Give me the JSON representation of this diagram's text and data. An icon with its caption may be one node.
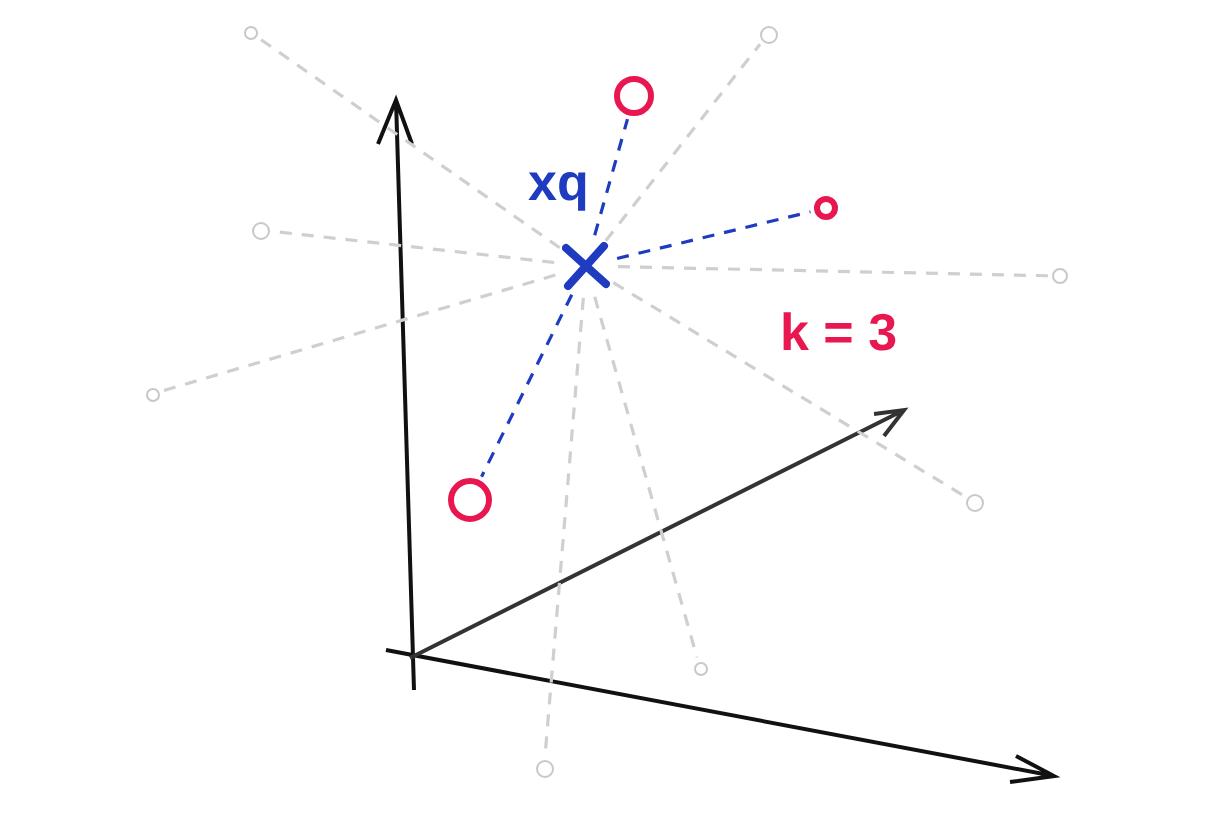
{
  "diagram": {
    "nodes": [
      {
        "text": [],
        "shape": "cross",
        "beside": [
          "xq"
        ]
      },
      {
        "text": [],
        "shape": "circle"
      },
      {
        "text": [],
        "shape": "circle"
      },
      {
        "text": [],
        "shape": "circle"
      },
      {
        "text": [],
        "shape": "circle"
      },
      {
        "text": [],
        "shape": "circle"
      },
      {
        "text": [],
        "shape": "circle"
      },
      {
        "text": [],
        "shape": "circle"
      },
      {
        "text": [],
        "shape": "circle"
      },
      {
        "text": [],
        "shape": "circle"
      },
      {
        "text": [],
        "shape": "circle"
      },
      {
        "text": [],
        "shape": "circle"
      }
    ],
    "edges": [
      {
        "from": 0,
        "to": 1,
        "arrow": "none",
        "style": "dashed",
        "color": "#1f3bbf"
      },
      {
        "from": 0,
        "to": 2,
        "arrow": "none",
        "style": "dashed",
        "color": "#1f3bbf"
      },
      {
        "from": 0,
        "to": 3,
        "arrow": "none",
        "style": "dashed",
        "color": "#1f3bbf"
      },
      {
        "from": 0,
        "to": 4,
        "arrow": "none",
        "style": "dashed"
      },
      {
        "from": 0,
        "to": 5,
        "arrow": "none",
        "style": "dashed"
      },
      {
        "from": 0,
        "to": 6,
        "arrow": "none",
        "style": "dashed"
      },
      {
        "from": 0,
        "to": 7,
        "arrow": "none",
        "style": "dashed"
      },
      {
        "from": 0,
        "to": 8,
        "arrow": "none",
        "style": "dashed"
      },
      {
        "from": 0,
        "to": 9,
        "arrow": "none",
        "style": "dashed"
      },
      {
        "from": 0,
        "to": 10,
        "arrow": "none",
        "style": "dashed"
      },
      {
        "from": 0,
        "to": 11,
        "arrow": "none",
        "style": "dashed"
      }
    ],
    "labels": [
      "k = 3"
    ]
  }
}
